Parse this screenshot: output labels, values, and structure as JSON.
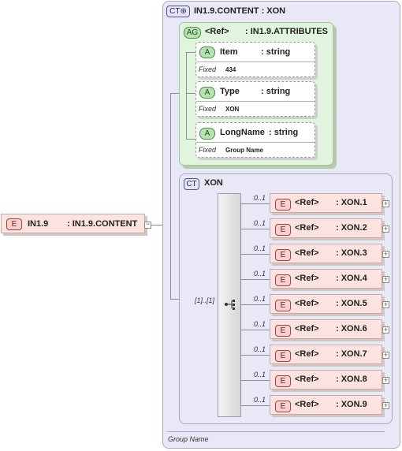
{
  "root_element": {
    "badge": "E",
    "name": "IN1.9",
    "type": ": IN1.9.CONTENT"
  },
  "complex_type": {
    "badge": "CT",
    "title": "IN1.9.CONTENT : XON",
    "footer": "Group Name"
  },
  "attribute_group": {
    "badge": "AG",
    "ref": "<Ref>",
    "type": ": IN1.9.ATTRIBUTES"
  },
  "attributes": [
    {
      "badge": "A",
      "name": "Item",
      "type": ": string",
      "fixed_label": "Fixed",
      "fixed_value": "434"
    },
    {
      "badge": "A",
      "name": "Type",
      "type": ": string",
      "fixed_label": "Fixed",
      "fixed_value": "XON"
    },
    {
      "badge": "A",
      "name": "LongName",
      "type": ": string",
      "fixed_label": "Fixed",
      "fixed_value": "Group Name"
    }
  ],
  "inner_type": {
    "badge": "CT",
    "name": "XON"
  },
  "sequence_cardinality": "[1]..[1]",
  "children": [
    {
      "cardinality": "0..1",
      "badge": "E",
      "ref": "<Ref>",
      "type": ": XON.1"
    },
    {
      "cardinality": "0..1",
      "badge": "E",
      "ref": "<Ref>",
      "type": ": XON.2"
    },
    {
      "cardinality": "0..1",
      "badge": "E",
      "ref": "<Ref>",
      "type": ": XON.3"
    },
    {
      "cardinality": "0..1",
      "badge": "E",
      "ref": "<Ref>",
      "type": ": XON.4"
    },
    {
      "cardinality": "0..1",
      "badge": "E",
      "ref": "<Ref>",
      "type": ": XON.5"
    },
    {
      "cardinality": "0..1",
      "badge": "E",
      "ref": "<Ref>",
      "type": ": XON.6"
    },
    {
      "cardinality": "0..1",
      "badge": "E",
      "ref": "<Ref>",
      "type": ": XON.7"
    },
    {
      "cardinality": "0..1",
      "badge": "E",
      "ref": "<Ref>",
      "type": ": XON.8"
    },
    {
      "cardinality": "0..1",
      "badge": "E",
      "ref": "<Ref>",
      "type": ": XON.9"
    }
  ],
  "expand_symbol": "+",
  "collapse_symbol": "−"
}
